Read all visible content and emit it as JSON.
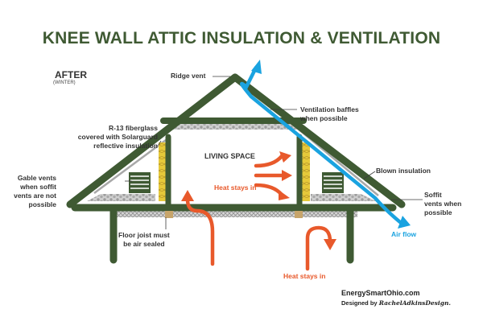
{
  "title": "KNEE WALL ATTIC INSULATION & VENTILATION",
  "state": "AFTER",
  "season": "(WINTER)",
  "labels": {
    "ridge_vent": "Ridge vent",
    "ventilation_baffles_1": "Ventilation baffles",
    "ventilation_baffles_2": "when possible",
    "r13_1": "R-13 fiberglass",
    "r13_2": "covered with Solarguard",
    "r13_3": "reflective insulation",
    "living_space": "LIVING SPACE",
    "blown_insulation": "Blown insulation",
    "gable_1": "Gable vents",
    "gable_2": "when soffit",
    "gable_3": "vents are not",
    "gable_4": "possible",
    "heat_stays_in_upper": "Heat stays in",
    "soffit_1": "Soffit",
    "soffit_2": "vents when",
    "soffit_3": "possible",
    "air_flow": "Air flow",
    "floor_joist_1": "Floor joist must",
    "floor_joist_2": "be air sealed",
    "heat_stays_in_lower": "Heat stays in"
  },
  "credit": {
    "site": "EnergySmartOhio.com",
    "designed_by": "Designed by ",
    "designer": "RachelAdkinsDesign."
  },
  "colors": {
    "framing": "#3f5a33",
    "air_flow": "#1aa3e0",
    "heat": "#e8592b",
    "fiberglass": "#e6c93a",
    "insulation": "#b9b9b9",
    "reflective": "#c9c9c9"
  }
}
